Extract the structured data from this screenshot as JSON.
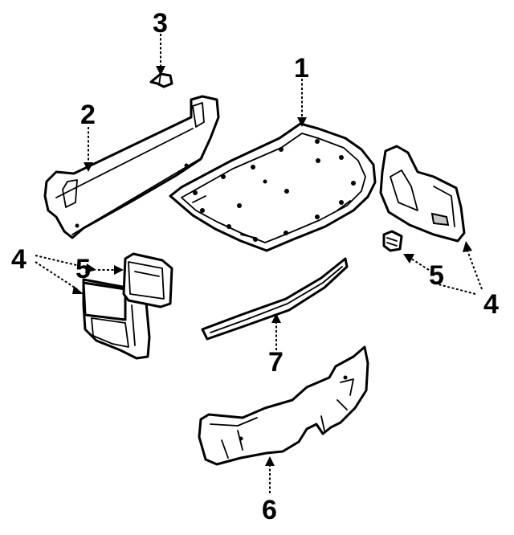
{
  "callouts": {
    "c1": "1",
    "c2": "2",
    "c3": "3",
    "c4_left": "4",
    "c5_left": "5",
    "c4_right": "4",
    "c5_right": "5",
    "c6": "6",
    "c7": "7"
  },
  "colors": {
    "ink": "#000000",
    "paper": "#ffffff",
    "shade": "#c8c8c8"
  }
}
